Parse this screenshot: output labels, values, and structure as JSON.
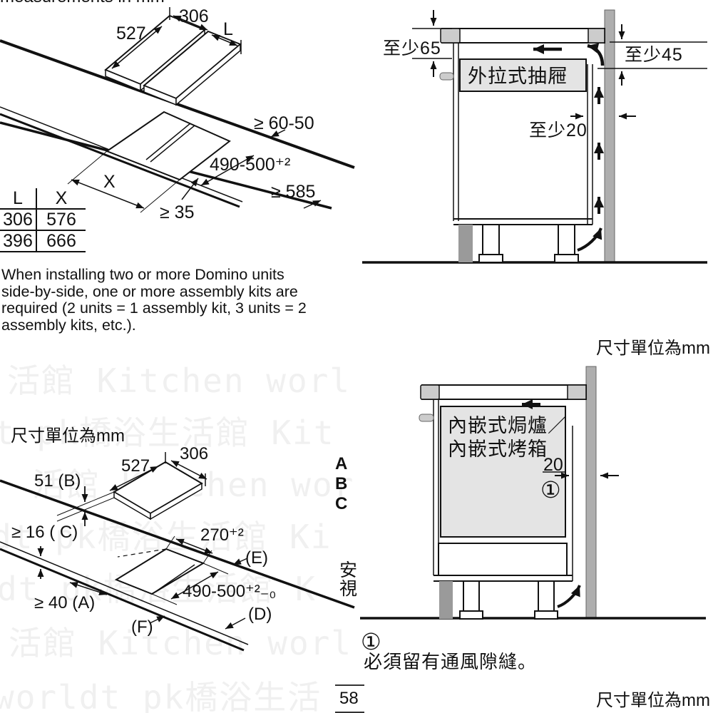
{
  "page": {
    "heading_clipped": "measurements in mm",
    "unit_note": "尺寸單位為mm",
    "page_number": "58"
  },
  "colors": {
    "wall_gray": "#aeaeae",
    "counter_cap_gray": "#cccccc",
    "appliance_fill": "#e4e4e4",
    "plinth_gray": "#9a9a9a",
    "line_black": "#111111",
    "watermark": "#f0f0f0"
  },
  "watermark": {
    "rows": [
      "活館 Kitchen worl",
      "t pk橋浴生活館 Kit",
      "活館 Kitchen wor",
      "dt pk橋浴生活館 Ki",
      "dt pk橋浴生活館 K",
      "活館 Kitchen worl",
      "worldt pk橋浴生活"
    ]
  },
  "install_iso_two_units": {
    "dim_depth": "527",
    "dim_width_unit1": "306",
    "dim_width_unit2": "L",
    "dim_back_clearance": "≥ 60-50",
    "dim_cutout_depth": "490-500⁺²",
    "dim_cutout_width": "X",
    "dim_worktop_depth": "≥ 585",
    "dim_front_clearance": "≥ 35"
  },
  "lx_table": {
    "col1_header": "L",
    "col2_header": "X",
    "rows": [
      {
        "l": "306",
        "x": "576"
      },
      {
        "l": "396",
        "x": "666"
      }
    ]
  },
  "assembly_note": {
    "lines": [
      "When installing two or more Domino units",
      "side-by-side, one or more assembly kits are",
      "required (2 units = 1 assembly kit, 3 units = 2",
      "assembly kits, etc.)."
    ]
  },
  "drawer_section": {
    "min_top": "至少65",
    "min_right": "至少45",
    "drawer_label": "外拉式抽屜",
    "min_back": "至少20"
  },
  "single_unit_iso": {
    "dim_depth": "527",
    "dim_width": "306",
    "dim_height": "51 (B)",
    "dim_thickness": "≥ 16 ( C)",
    "dim_cutout_width": "270⁺²",
    "label_e": "(E)",
    "dim_cutout_depth": "490-500⁺²₋₀",
    "dim_front": "≥ 40 (A)",
    "label_d": "(D)",
    "label_f": "(F)",
    "legend_letters": [
      "A",
      "B",
      "C"
    ],
    "side_chars": [
      "安",
      "視"
    ]
  },
  "oven_section": {
    "oven_label_line1": "內嵌式焗爐／",
    "oven_label_line2": "內嵌式烤箱",
    "gap": "20",
    "gap_mark": "①",
    "footnote_mark": "①",
    "footnote_text": "必須留有通風隙縫。"
  }
}
